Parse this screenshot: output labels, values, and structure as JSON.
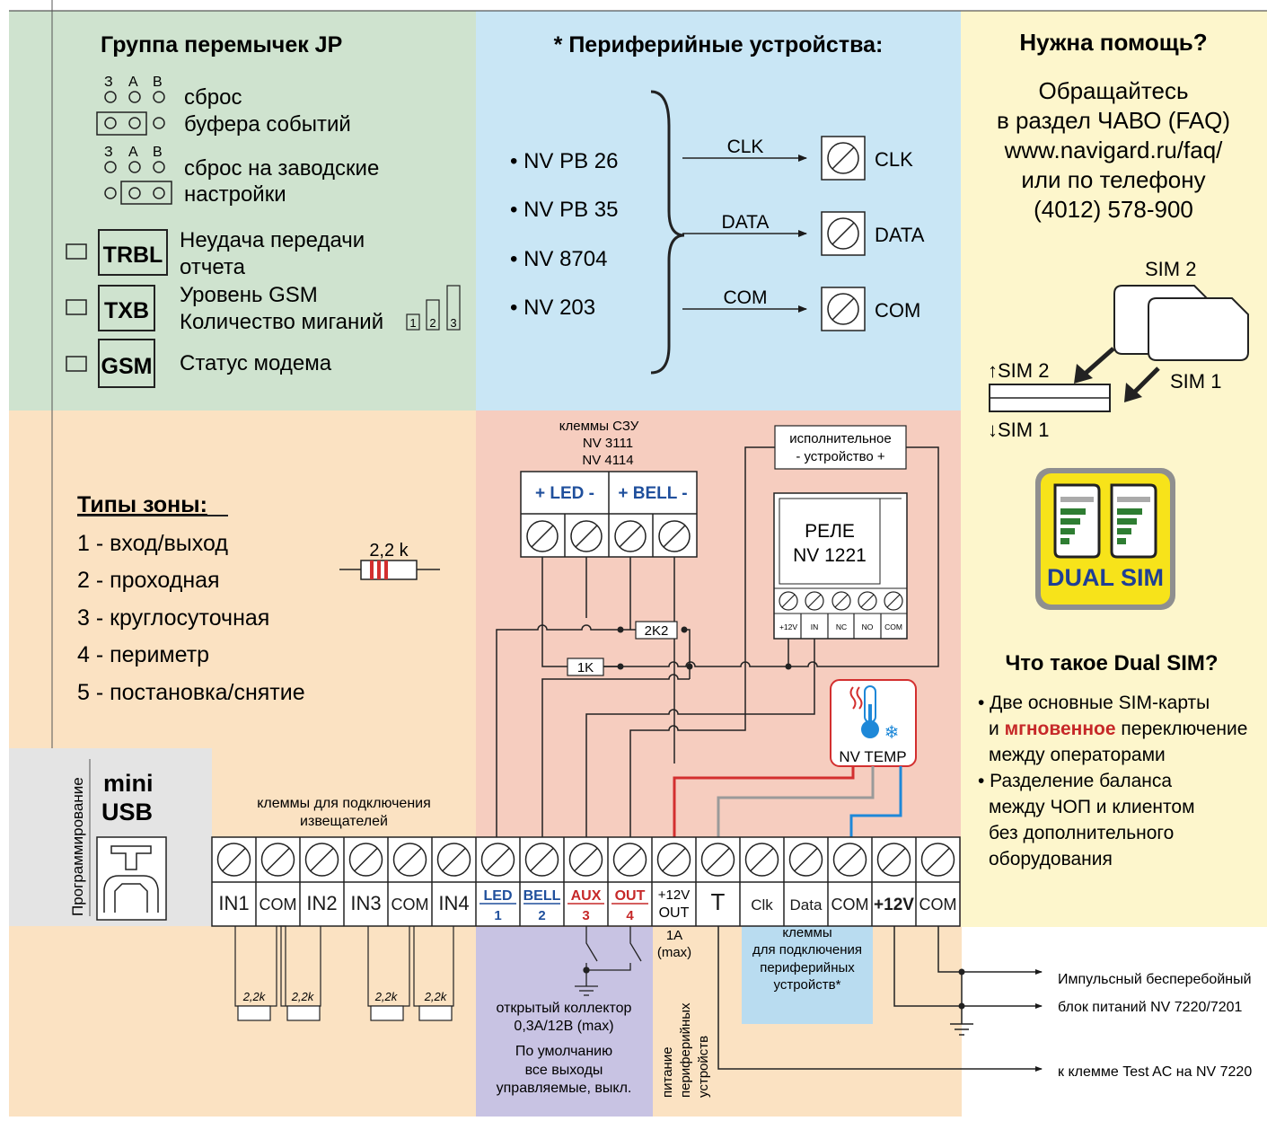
{
  "jumpers": {
    "title": "Группа перемычек JP",
    "pins_top": [
      "З",
      "А",
      "В"
    ],
    "pins_bottom": [
      "З",
      "А",
      "В"
    ],
    "reset_buffer": [
      "сброс",
      "буфера событий"
    ],
    "reset_factory": [
      "сброс на заводские",
      "настройки"
    ],
    "leds": [
      {
        "badge": "TRBL",
        "text1": "Неудача передачи",
        "text2": "отчета"
      },
      {
        "badge": "TXB",
        "text1": "Уровень GSM",
        "text2": "Количество миганий"
      },
      {
        "badge": "GSM",
        "text1": "Статус модема",
        "text2": ""
      }
    ],
    "blink_counts": [
      "1",
      "2",
      "3"
    ]
  },
  "peripherals": {
    "title": "* Периферийные устройства:",
    "devices": [
      "• NV PB 26",
      "• NV PB 35",
      "• NV 8704",
      "• NV 203"
    ],
    "signals": [
      "CLK",
      "DATA",
      "COM"
    ]
  },
  "help": {
    "title": "Нужна помощь?",
    "lines": [
      "Обращайтесь",
      "в раздел ЧАВО (FAQ)",
      "www.navigard.ru/faq/",
      "или по телефону",
      "(4012) 578-900"
    ]
  },
  "sim": {
    "sim2_label": "SIM 2",
    "sim1_label": "SIM 1",
    "slot_top": "↑SIM 2",
    "slot_bottom": "↓SIM 1",
    "badge": "DUAL SIM",
    "question": "Что такое Dual SIM?",
    "bullet1": [
      "• Две основные SIM-карты",
      "и",
      "мгновенное",
      "переключение",
      "между операторами"
    ],
    "bullet2": [
      "• Разделение баланса",
      "между ЧОП и клиентом",
      "без дополнительного",
      "оборудования"
    ]
  },
  "zones": {
    "title": "Типы зоны:",
    "items": [
      "1 - вход/выход",
      "2 - проходная",
      "3 - круглосуточная",
      "4 - периметр",
      "5 - постановка/снятие"
    ],
    "resistor": "2,2 k"
  },
  "programming": {
    "vertical": "Программирование",
    "usb1": "mini",
    "usb2": "USB"
  },
  "sensor_terminals": {
    "label1": "клеммы для подключения",
    "label2": "извещателей"
  },
  "terminals": [
    "IN1",
    "COM",
    "IN2",
    "IN3",
    "COM",
    "IN4",
    "LED",
    "BELL",
    "AUX",
    "OUT",
    "+12V",
    "T",
    "Clk",
    "Data",
    "COM",
    "+12V",
    "COM"
  ],
  "terminal_nums": [
    "1",
    "2",
    "3",
    "4"
  ],
  "out12": {
    "top": "+12V",
    "bottom": "OUT"
  },
  "szu": {
    "l1": "клеммы СЗУ",
    "l2": "NV 3111",
    "l3": "NV 4114",
    "led": "+ LED -",
    "bell": "+ BELL -"
  },
  "relay": {
    "dev1": "исполнительное",
    "dev2": "-  устройство  +",
    "l1": "РЕЛЕ",
    "l2": "NV 1221",
    "pins": [
      "+12V",
      "IN",
      "NC",
      "NO",
      "COM"
    ]
  },
  "resistors": {
    "r1": "1K",
    "r2": "2K2",
    "small": "2,2k"
  },
  "nvtemp": "NV TEMP",
  "bottom": {
    "oc": [
      "открытый коллектор",
      "0,3А/12В (max)",
      "По умолчанию",
      "все выходы",
      "управляемые, выкл."
    ],
    "max1a": [
      "1A",
      "(max)"
    ],
    "periph_power": [
      "питание",
      "периферийных",
      "устройств"
    ],
    "periph_term": [
      "клеммы",
      "для подключения",
      "периферийных",
      "устройств*"
    ],
    "psu": [
      "Импульсный бесперебойный",
      "блок питаний NV 7220/7201"
    ],
    "testac": "к клемме Test AC на NV 7220"
  },
  "colors": {
    "green": "#cfe3cf",
    "blue": "#c9e6f5",
    "yellow": "#fdf6cc",
    "peach": "#fbe2c2",
    "salmon": "#f6cdbf",
    "purple": "#c8c3e3",
    "lightblue": "#b9dcf0",
    "grey": "#e4e4e4",
    "led_blue": "#1f4f9c",
    "aux_red": "#c62828",
    "wire_red": "#d32f2f",
    "wire_grey": "#9a9a9a",
    "wire_blue": "#1e88d8",
    "badge_yellow": "#f7e31a"
  }
}
